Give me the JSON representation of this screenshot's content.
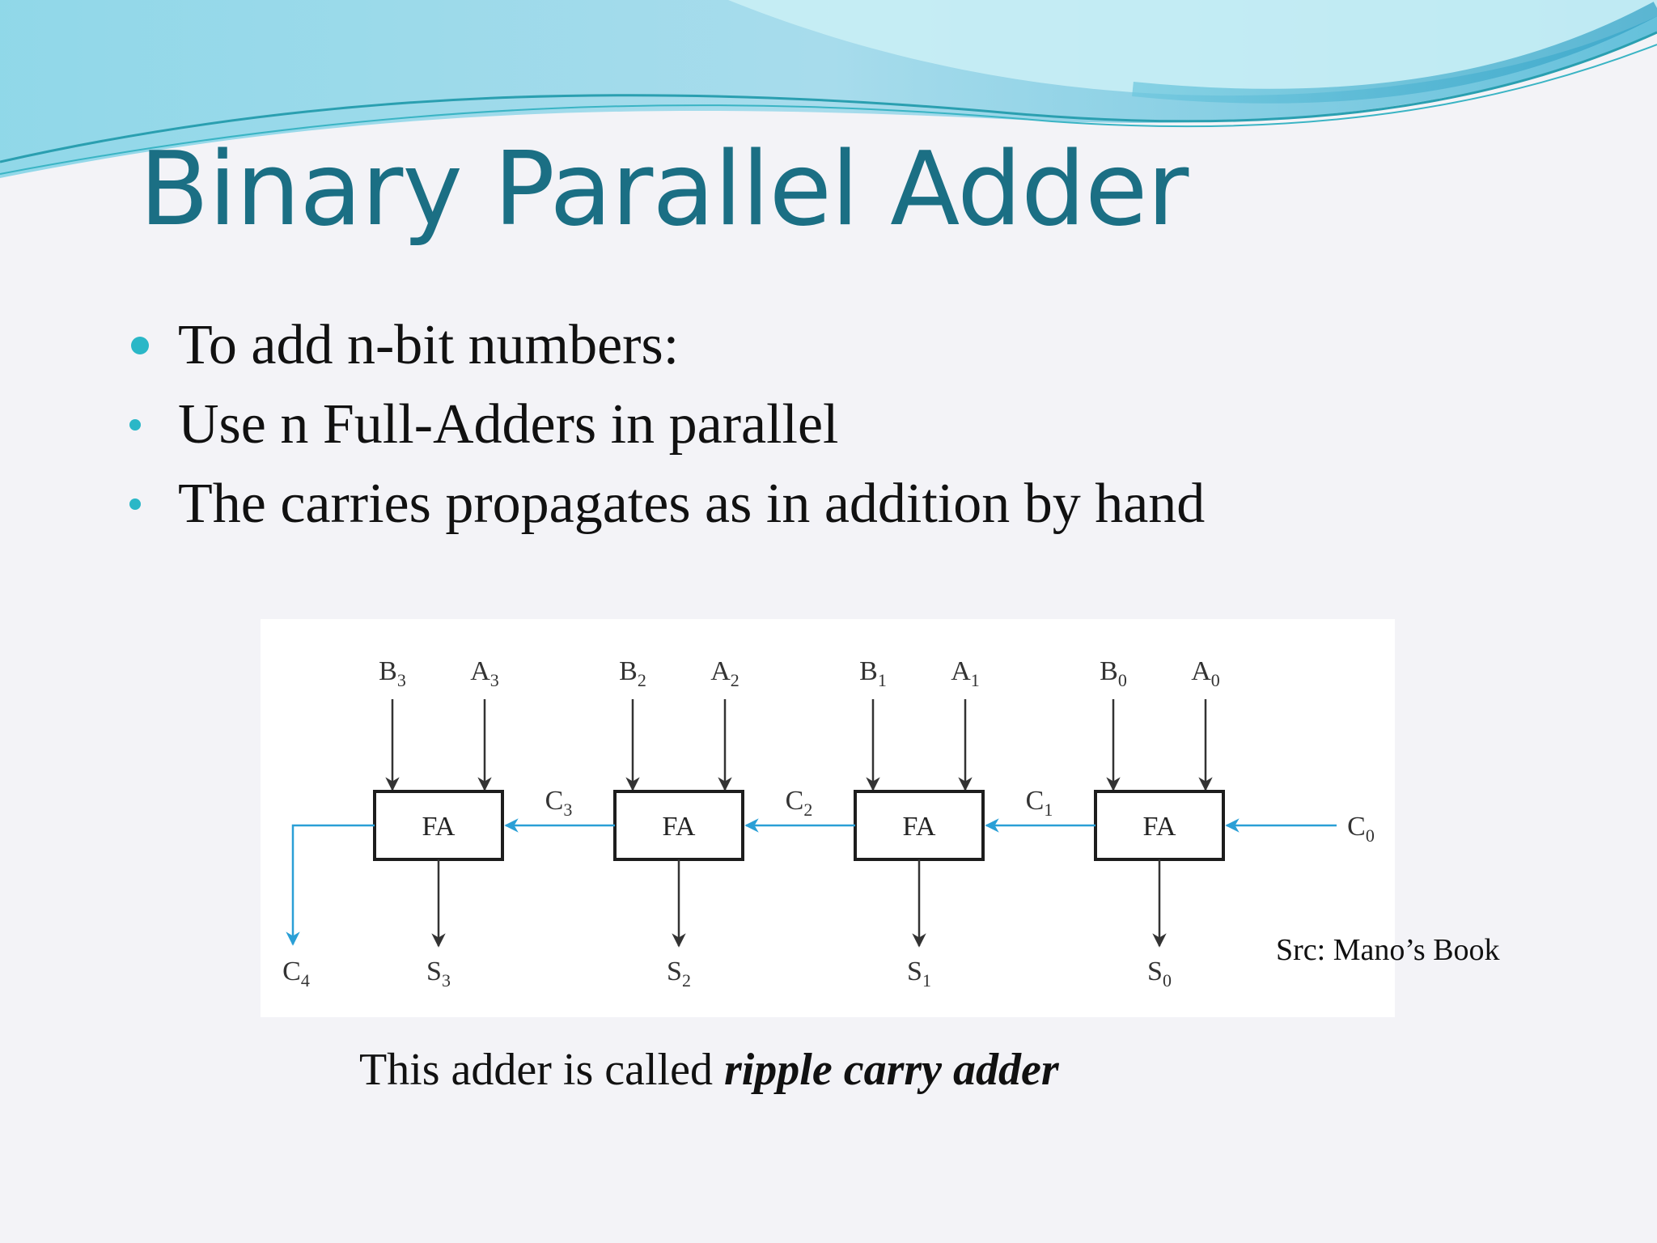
{
  "slide": {
    "title": "Binary Parallel Adder",
    "bullets": [
      "To add n-bit numbers:",
      "Use n Full-Adders in parallel",
      "The carries propagates as in addition by hand"
    ],
    "source_note": "Src: Mano’s Book",
    "caption": {
      "prefix": "This adder is called ",
      "term": "ripple carry adder"
    },
    "colors": {
      "title": "#1b6f84",
      "bullet": "#2ab7c7",
      "carry_wire": "#2a9fd6",
      "wave_light": "#8fd8e8",
      "wave_dark": "#3aa6c6"
    }
  },
  "diagram": {
    "cell_label": "FA",
    "cells": [
      {
        "index": 3,
        "b_in": {
          "base": "B",
          "sub": "3"
        },
        "a_in": {
          "base": "A",
          "sub": "3"
        },
        "sum_out": {
          "base": "S",
          "sub": "3"
        }
      },
      {
        "index": 2,
        "b_in": {
          "base": "B",
          "sub": "2"
        },
        "a_in": {
          "base": "A",
          "sub": "2"
        },
        "sum_out": {
          "base": "S",
          "sub": "2"
        }
      },
      {
        "index": 1,
        "b_in": {
          "base": "B",
          "sub": "1"
        },
        "a_in": {
          "base": "A",
          "sub": "1"
        },
        "sum_out": {
          "base": "S",
          "sub": "1"
        }
      },
      {
        "index": 0,
        "b_in": {
          "base": "B",
          "sub": "0"
        },
        "a_in": {
          "base": "A",
          "sub": "0"
        },
        "sum_out": {
          "base": "S",
          "sub": "0"
        }
      }
    ],
    "carries": [
      {
        "base": "C",
        "sub": "3"
      },
      {
        "base": "C",
        "sub": "2"
      },
      {
        "base": "C",
        "sub": "1"
      }
    ],
    "carry_in": {
      "base": "C",
      "sub": "0"
    },
    "carry_out": {
      "base": "C",
      "sub": "4"
    }
  }
}
